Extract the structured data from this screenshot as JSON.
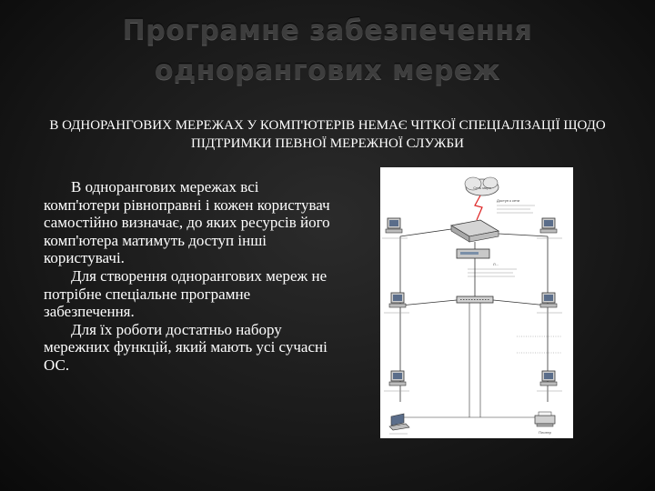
{
  "slide": {
    "title_line1": "Програмне забезпечення",
    "title_line2": "однорангових мереж",
    "subtitle": "В ОДНОРАНГОВИХ МЕРЕЖАХ У КОМП'ЮТЕРІВ НЕМАЄ ЧІТКОЇ СПЕЦІАЛІЗАЦІЇ ЩОДО ПІДТРИМКИ ПЕВНОЇ МЕРЕЖНОЇ СЛУЖБИ",
    "paragraphs": [
      "В однорангових мережах всі комп'ютери рівноправні і кожен користувач самостійно визначає, до яких ресурсів його комп'ютера матимуть доступ інші користувачі.",
      "Для створення однорангових мереж не потрібне спеціальне програмне забезпечення.",
      "Для їх роботи достатньо набору мережних функцій, який мають усі сучасні ОС."
    ]
  },
  "diagram": {
    "cloud_label": "Сеть мира",
    "label_top_right": "Доступ к сети",
    "label_plotter": "Плотер"
  }
}
